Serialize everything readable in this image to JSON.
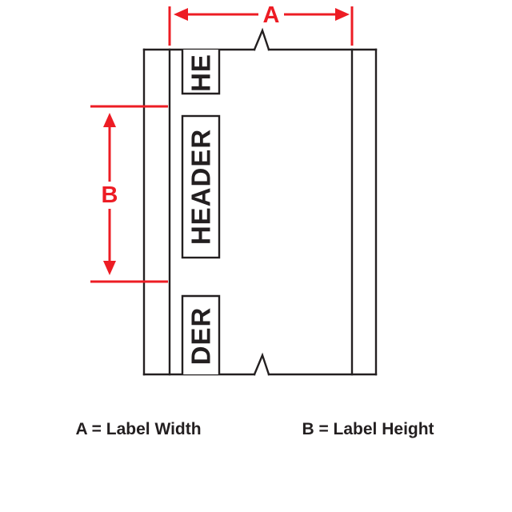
{
  "colors": {
    "line_black": "#231f20",
    "dimension_red": "#ed1c24",
    "background": "#ffffff"
  },
  "diagram": {
    "label_text_top_partial": "HE",
    "label_text_full": "HEADER",
    "label_text_bottom_partial": "DER",
    "dimension_a_label": "A",
    "dimension_b_label": "B"
  },
  "legend": {
    "a_definition": "A = Label Width",
    "b_definition": "B = Label Height"
  }
}
